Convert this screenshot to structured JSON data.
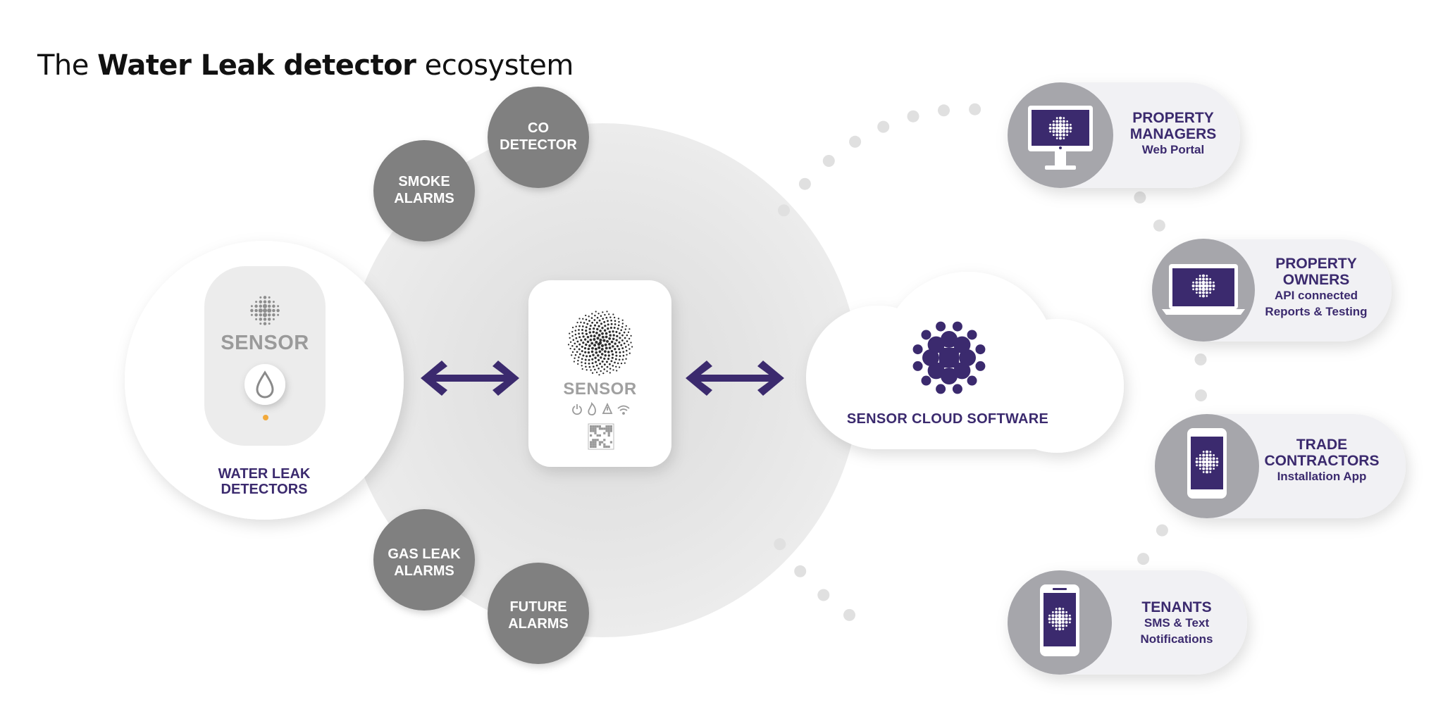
{
  "title": {
    "prefix": "The",
    "bold": "Water Leak detector",
    "suffix": "ecosystem"
  },
  "center_hub": {
    "brand": "SENSOR"
  },
  "water_leak": {
    "brand": "SENSOR",
    "label_line1": "WATER LEAK",
    "label_line2": "DETECTORS"
  },
  "devices": [
    {
      "line1": "SMOKE",
      "line2": "ALARMS"
    },
    {
      "line1": "CO",
      "line2": "DETECTOR"
    },
    {
      "line1": "GAS LEAK",
      "line2": "ALARMS"
    },
    {
      "line1": "FUTURE",
      "line2": "ALARMS"
    }
  ],
  "cloud": {
    "label": "SENSOR CLOUD SOFTWARE"
  },
  "audiences": [
    {
      "name1": "PROPERTY",
      "name2": "MANAGERS",
      "sub1": "Web Portal",
      "sub2": "",
      "device": "monitor-icon"
    },
    {
      "name1": "PROPERTY",
      "name2": "OWNERS",
      "sub1": "API connected",
      "sub2": "Reports & Testing",
      "device": "laptop-icon"
    },
    {
      "name1": "TRADE",
      "name2": "CONTRACTORS",
      "sub1": "Installation App",
      "sub2": "",
      "device": "phone-icon"
    },
    {
      "name1": "TENANTS",
      "name2": "",
      "sub1": "SMS & Text",
      "sub2": "Notifications",
      "device": "phone-icon"
    }
  ],
  "colors": {
    "purple": "#3b2a6e",
    "bubble_gray": "#808080",
    "hub_gray": "#e6e6e6",
    "pill_bg": "#f1f1f4",
    "device_circle": "#a6a6ab",
    "dot_gray": "#e0e0e0",
    "indicator_orange": "#f2a93b"
  },
  "icons": {
    "water_drop": "water-drop-icon",
    "power": "power-icon",
    "flame": "flame-icon",
    "warning": "warning-icon",
    "wifi": "wifi-icon",
    "qr": "qr-code-icon"
  }
}
